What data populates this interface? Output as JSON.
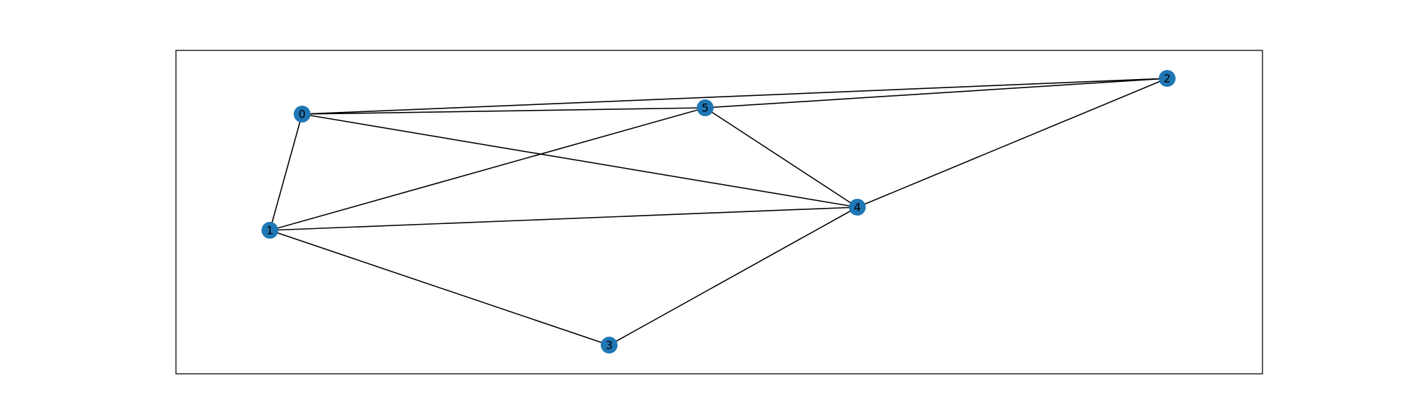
{
  "graph": {
    "node_color": "#1f77b4",
    "edge_color": "#000000",
    "nodes": [
      {
        "id": "0",
        "label": "0"
      },
      {
        "id": "1",
        "label": "1"
      },
      {
        "id": "2",
        "label": "2"
      },
      {
        "id": "3",
        "label": "3"
      },
      {
        "id": "4",
        "label": "4"
      },
      {
        "id": "5",
        "label": "5"
      }
    ],
    "edges": [
      [
        "0",
        "1"
      ],
      [
        "0",
        "5"
      ],
      [
        "0",
        "2"
      ],
      [
        "0",
        "4"
      ],
      [
        "1",
        "5"
      ],
      [
        "1",
        "4"
      ],
      [
        "1",
        "3"
      ],
      [
        "5",
        "2"
      ],
      [
        "5",
        "4"
      ],
      [
        "2",
        "4"
      ],
      [
        "3",
        "4"
      ]
    ]
  }
}
